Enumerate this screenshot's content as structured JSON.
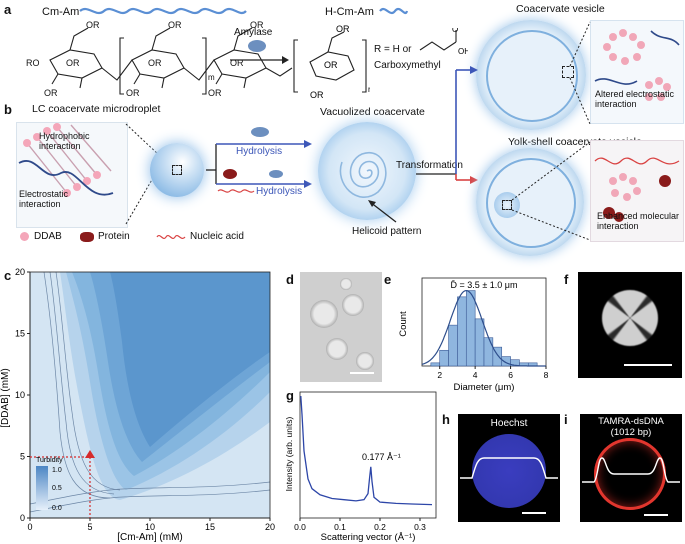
{
  "panel_labels": {
    "a": "a",
    "b": "b",
    "c": "c",
    "d": "d",
    "e": "e",
    "f": "f",
    "g": "g",
    "h": "h",
    "i": "i"
  },
  "panel_a": {
    "cm_am_label": "Cm-Am",
    "h_cm_am_label": "H-Cm-Am",
    "amylase_label": "Amylase",
    "r_definition": "R = H or",
    "carboxymethyl_label": "Carboxymethyl",
    "ring_groups": [
      "OR",
      "OR",
      "OR",
      "OR",
      "OR",
      "OR",
      "OR",
      "OR",
      "OR",
      "RO"
    ],
    "sub_m": "m",
    "sub_n": "n",
    "coacervate_vesicle_title": "Coacervate vesicle",
    "altered_interaction": "Altered electrostatic interaction"
  },
  "panel_b": {
    "lc_title": "LC coacervate microdroplet",
    "hydrophobic": "Hydrophobic interaction",
    "electrostatic": "Electrostatic interaction",
    "hydrolysis_1": "Hydrolysis",
    "hydrolysis_2": "Hydrolysis",
    "vacuolized_title": "Vacuolized coacervate",
    "helicoid": "Helicoid pattern",
    "transformation": "Transformation",
    "yolk_title": "Yolk-shell coacervate vesicle",
    "enhanced": "Enhanced molecular interaction",
    "legend": [
      "DDAB",
      "Protein",
      "Nucleic acid"
    ]
  },
  "panel_c": {
    "xlabel": "[Cm-Am] (mM)",
    "ylabel": "[DDAB] (mM)",
    "xticks": [
      "0",
      "5",
      "10",
      "15",
      "20"
    ],
    "yticks": [
      "0",
      "5",
      "10",
      "15",
      "20"
    ],
    "marker_x": "5",
    "marker_y": "5",
    "colorbar_title": "Turbidity",
    "colorbar_ticks": [
      "1.0",
      "0.5",
      "0.0"
    ]
  },
  "panel_e": {
    "annotation": "D̄ = 3.5 ± 1.0 μm",
    "xlabel": "Diameter (μm)",
    "ylabel": "Count",
    "xticks": [
      "2",
      "4",
      "6",
      "8"
    ]
  },
  "panel_g": {
    "peak_label": "0.177 Å⁻¹",
    "xlabel": "Scattering vector (Å⁻¹)",
    "ylabel": "Intensity (arb. units)",
    "xticks": [
      "0.0",
      "0.1",
      "0.2",
      "0.3"
    ]
  },
  "panel_h": {
    "title": "Hoechst"
  },
  "panel_i": {
    "title_1": "TAMRA-dsDNA",
    "title_2": "(1012 bp)"
  },
  "chart_data": [
    {
      "type": "heatmap",
      "panel": "c",
      "xlabel": "[Cm-Am] (mM)",
      "ylabel": "[DDAB] (mM)",
      "xlim": [
        0,
        20
      ],
      "ylim": [
        0,
        20
      ],
      "xticks": [
        0,
        5,
        10,
        15,
        20
      ],
      "yticks": [
        0,
        5,
        10,
        15,
        20
      ],
      "colorbar": {
        "title": "Turbidity",
        "range": [
          0.0,
          1.0
        ]
      },
      "marker_point": {
        "x": 5,
        "y": 5
      }
    },
    {
      "type": "bar",
      "panel": "e",
      "xlabel": "Diameter (μm)",
      "ylabel": "Count",
      "xlim": [
        1,
        8
      ],
      "bin_centers": [
        1.75,
        2.25,
        2.75,
        3.25,
        3.75,
        4.25,
        4.75,
        5.25,
        5.75,
        6.25,
        6.75,
        7.25
      ],
      "values": [
        1,
        5,
        13,
        22,
        24,
        15,
        9,
        6,
        3,
        2,
        1,
        1
      ],
      "fit": "gaussian",
      "mean": 3.5,
      "sd": 1.0
    },
    {
      "type": "line",
      "panel": "g",
      "xlabel": "Scattering vector (Å⁻¹)",
      "ylabel": "Intensity (arb. units)",
      "xlim": [
        0,
        0.34
      ],
      "peak_x": 0.177,
      "x": [
        0.002,
        0.005,
        0.01,
        0.02,
        0.03,
        0.05,
        0.08,
        0.11,
        0.14,
        0.16,
        0.17,
        0.174,
        0.177,
        0.18,
        0.185,
        0.2,
        0.24,
        0.28,
        0.33
      ],
      "values": [
        1.0,
        0.85,
        0.55,
        0.32,
        0.24,
        0.19,
        0.16,
        0.15,
        0.14,
        0.15,
        0.2,
        0.33,
        0.42,
        0.3,
        0.17,
        0.13,
        0.12,
        0.115,
        0.11
      ]
    }
  ]
}
